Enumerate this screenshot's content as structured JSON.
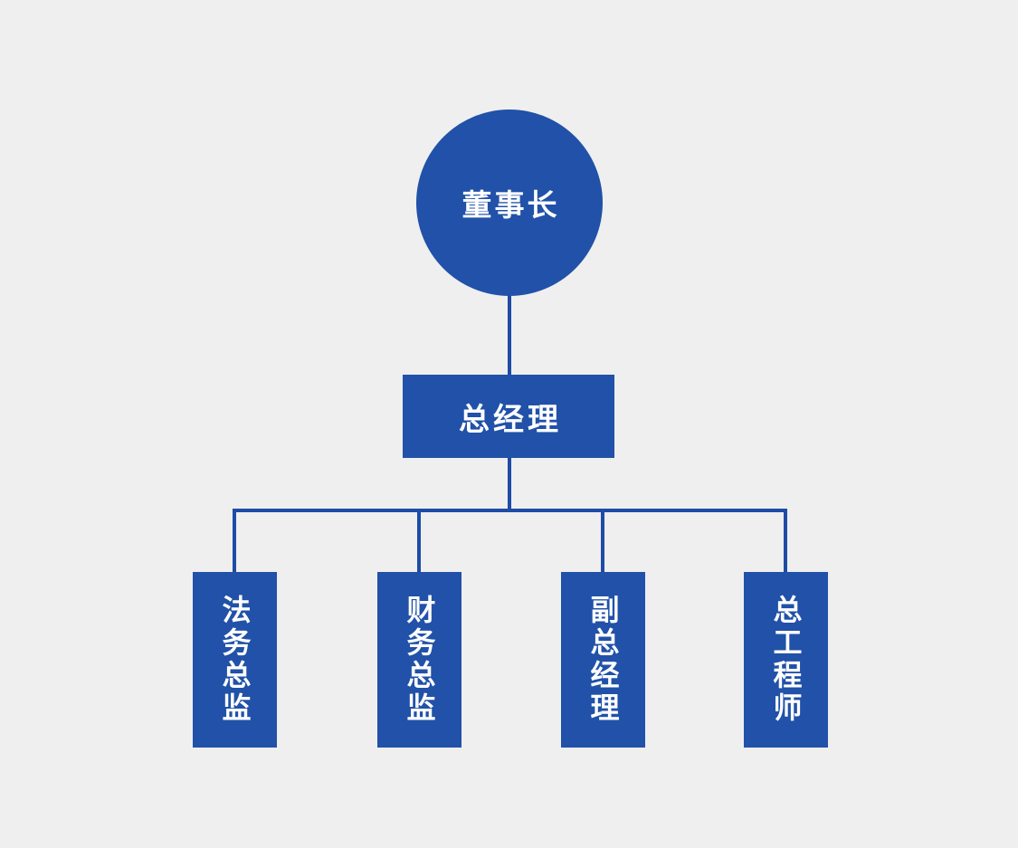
{
  "diagram": {
    "type": "org-chart",
    "palette": {
      "node_fill": "#2151a8",
      "connector": "#1e4ca6",
      "background": "#efefef",
      "label_text": "#ffffff"
    },
    "root": {
      "label": "董事长",
      "shape": "circle"
    },
    "manager": {
      "label": "总经理",
      "shape": "rectangle"
    },
    "subordinates": [
      {
        "label": "法务总监",
        "shape": "vertical-rectangle"
      },
      {
        "label": "财务总监",
        "shape": "vertical-rectangle"
      },
      {
        "label": "副总经理",
        "shape": "vertical-rectangle"
      },
      {
        "label": "总工程师",
        "shape": "vertical-rectangle"
      }
    ],
    "hierarchy": "董事长 > 总经理 > [法务总监, 财务总监, 副总经理, 总工程师]"
  }
}
